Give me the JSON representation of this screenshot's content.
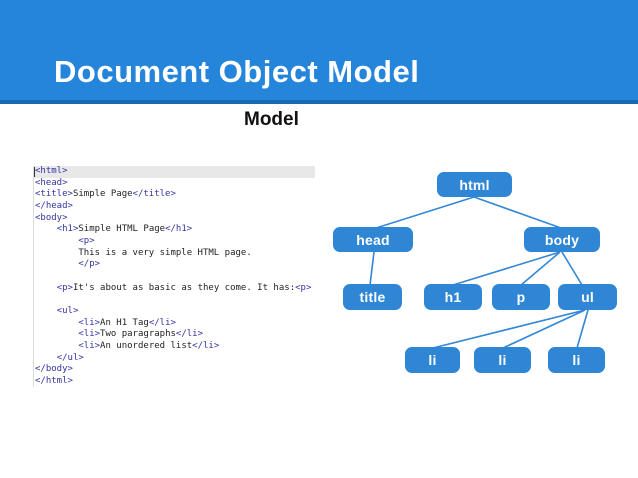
{
  "header": {
    "title": "Document Object Model",
    "subtitle": "Model"
  },
  "code": {
    "lines": [
      [
        [
          "t",
          "<html>"
        ]
      ],
      [
        [
          "t",
          "<head>"
        ]
      ],
      [
        [
          "t",
          "<title>"
        ],
        [
          "x",
          "Simple Page"
        ],
        [
          "t",
          "</title>"
        ]
      ],
      [
        [
          "t",
          "</head>"
        ]
      ],
      [
        [
          "t",
          "<body>"
        ]
      ],
      [
        [
          "x",
          "    "
        ],
        [
          "t",
          "<h1>"
        ],
        [
          "x",
          "Simple HTML Page"
        ],
        [
          "t",
          "</h1>"
        ]
      ],
      [
        [
          "x",
          "        "
        ],
        [
          "t",
          "<p>"
        ]
      ],
      [
        [
          "x",
          "        This is a very simple HTML page."
        ]
      ],
      [
        [
          "x",
          "        "
        ],
        [
          "t",
          "</p>"
        ]
      ],
      [],
      [
        [
          "x",
          "    "
        ],
        [
          "t",
          "<p>"
        ],
        [
          "x",
          "It's about as basic as they come. It has:"
        ],
        [
          "t",
          "<p>"
        ]
      ],
      [],
      [
        [
          "x",
          "    "
        ],
        [
          "t",
          "<ul>"
        ]
      ],
      [
        [
          "x",
          "        "
        ],
        [
          "t",
          "<li>"
        ],
        [
          "x",
          "An H1 Tag"
        ],
        [
          "t",
          "</li>"
        ]
      ],
      [
        [
          "x",
          "        "
        ],
        [
          "t",
          "<li>"
        ],
        [
          "x",
          "Two paragraphs"
        ],
        [
          "t",
          "</li>"
        ]
      ],
      [
        [
          "x",
          "        "
        ],
        [
          "t",
          "<li>"
        ],
        [
          "x",
          "An unordered list"
        ],
        [
          "t",
          "</li>"
        ]
      ],
      [
        [
          "x",
          "    "
        ],
        [
          "t",
          "</ul>"
        ]
      ],
      [
        [
          "t",
          "</body>"
        ]
      ],
      [
        [
          "t",
          "</html>"
        ]
      ]
    ]
  },
  "tree": {
    "nodes": {
      "html": "html",
      "head": "head",
      "body": "body",
      "title": "title",
      "h1": "h1",
      "p": "p",
      "ul": "ul",
      "li1": "li",
      "li2": "li",
      "li3": "li"
    },
    "edges": [
      [
        "html",
        "head"
      ],
      [
        "html",
        "body"
      ],
      [
        "head",
        "title"
      ],
      [
        "body",
        "h1"
      ],
      [
        "body",
        "p"
      ],
      [
        "body",
        "ul"
      ],
      [
        "ul",
        "li1"
      ],
      [
        "ul",
        "li2"
      ],
      [
        "ul",
        "li3"
      ]
    ]
  },
  "colors": {
    "banner": "#2585da",
    "banner_border": "#1a6ab0",
    "node_fill": "#2e86d5",
    "edge": "#3287d8",
    "tag": "#3434a4",
    "code_text": "#222222",
    "highlight": "#e8e8e8"
  }
}
